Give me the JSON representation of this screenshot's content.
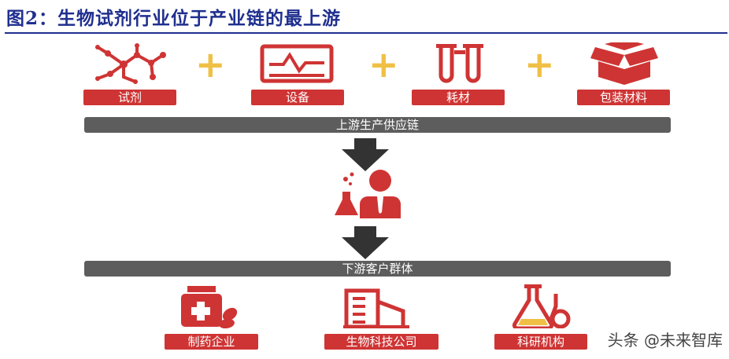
{
  "title": "图2：生物试剂行业位于产业链的最上游",
  "upstream": {
    "items": [
      {
        "label": "试剂",
        "icon": "molecule-icon"
      },
      {
        "label": "设备",
        "icon": "monitor-device-icon"
      },
      {
        "label": "耗材",
        "icon": "test-tubes-icon"
      },
      {
        "label": "包装材料",
        "icon": "open-box-icon"
      }
    ],
    "bar_label": "上游生产供应链"
  },
  "center_icon": "scientist-icon",
  "downstream": {
    "bar_label": "下游客户群体",
    "items": [
      {
        "label": "制药企业",
        "icon": "medicine-bottle-icon"
      },
      {
        "label": "生物科技公司",
        "icon": "office-building-icon"
      },
      {
        "label": "科研机构",
        "icon": "flask-icon"
      }
    ]
  },
  "watermark": "头条 @未来智库",
  "colors": {
    "title": "#1f2f8f",
    "accent_red": "#cf3434",
    "bar_gray": "#5d5d5d",
    "plus_yellow": "#f0c046",
    "arrow": "#333333"
  }
}
